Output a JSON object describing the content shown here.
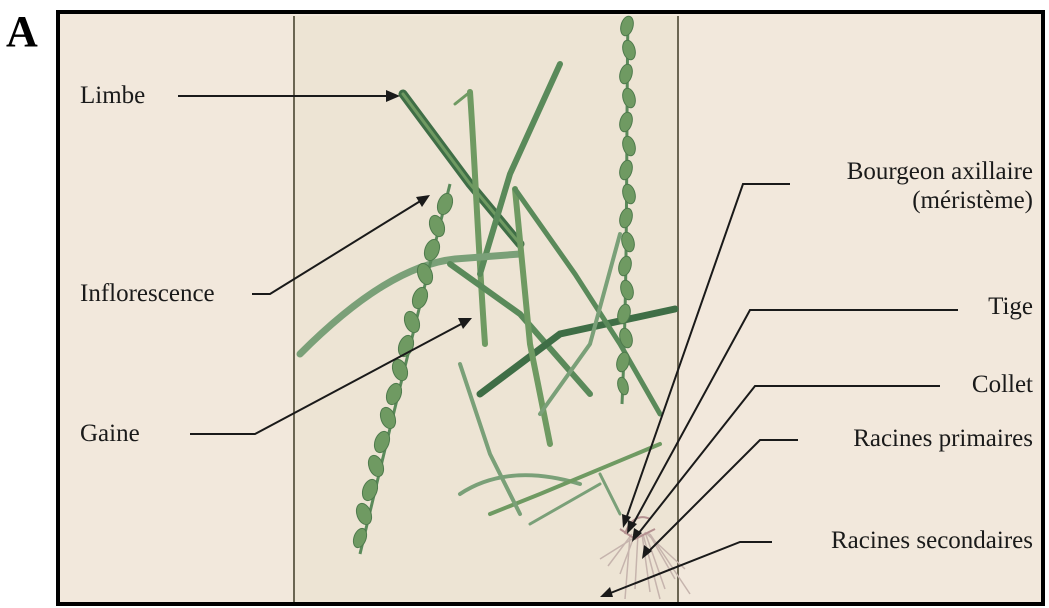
{
  "panel_letter": "A",
  "labels": {
    "limbe": "Limbe",
    "inflorescence": "Inflorescence",
    "gaine": "Gaine",
    "bourgeon_line1": "Bourgeon axillaire",
    "bourgeon_line2": "(méristème)",
    "tige": "Tige",
    "collet": "Collet",
    "racines_primaires": "Racines primaires",
    "racines_secondaires": "Racines secondaires"
  },
  "colors": {
    "leaf": "#5a8a5a",
    "leaf_dark": "#3f6e46",
    "spike": "#6f9a62",
    "root": "#c8b8b0",
    "background": "#f2e8dc",
    "plate": "#ede4d4"
  }
}
